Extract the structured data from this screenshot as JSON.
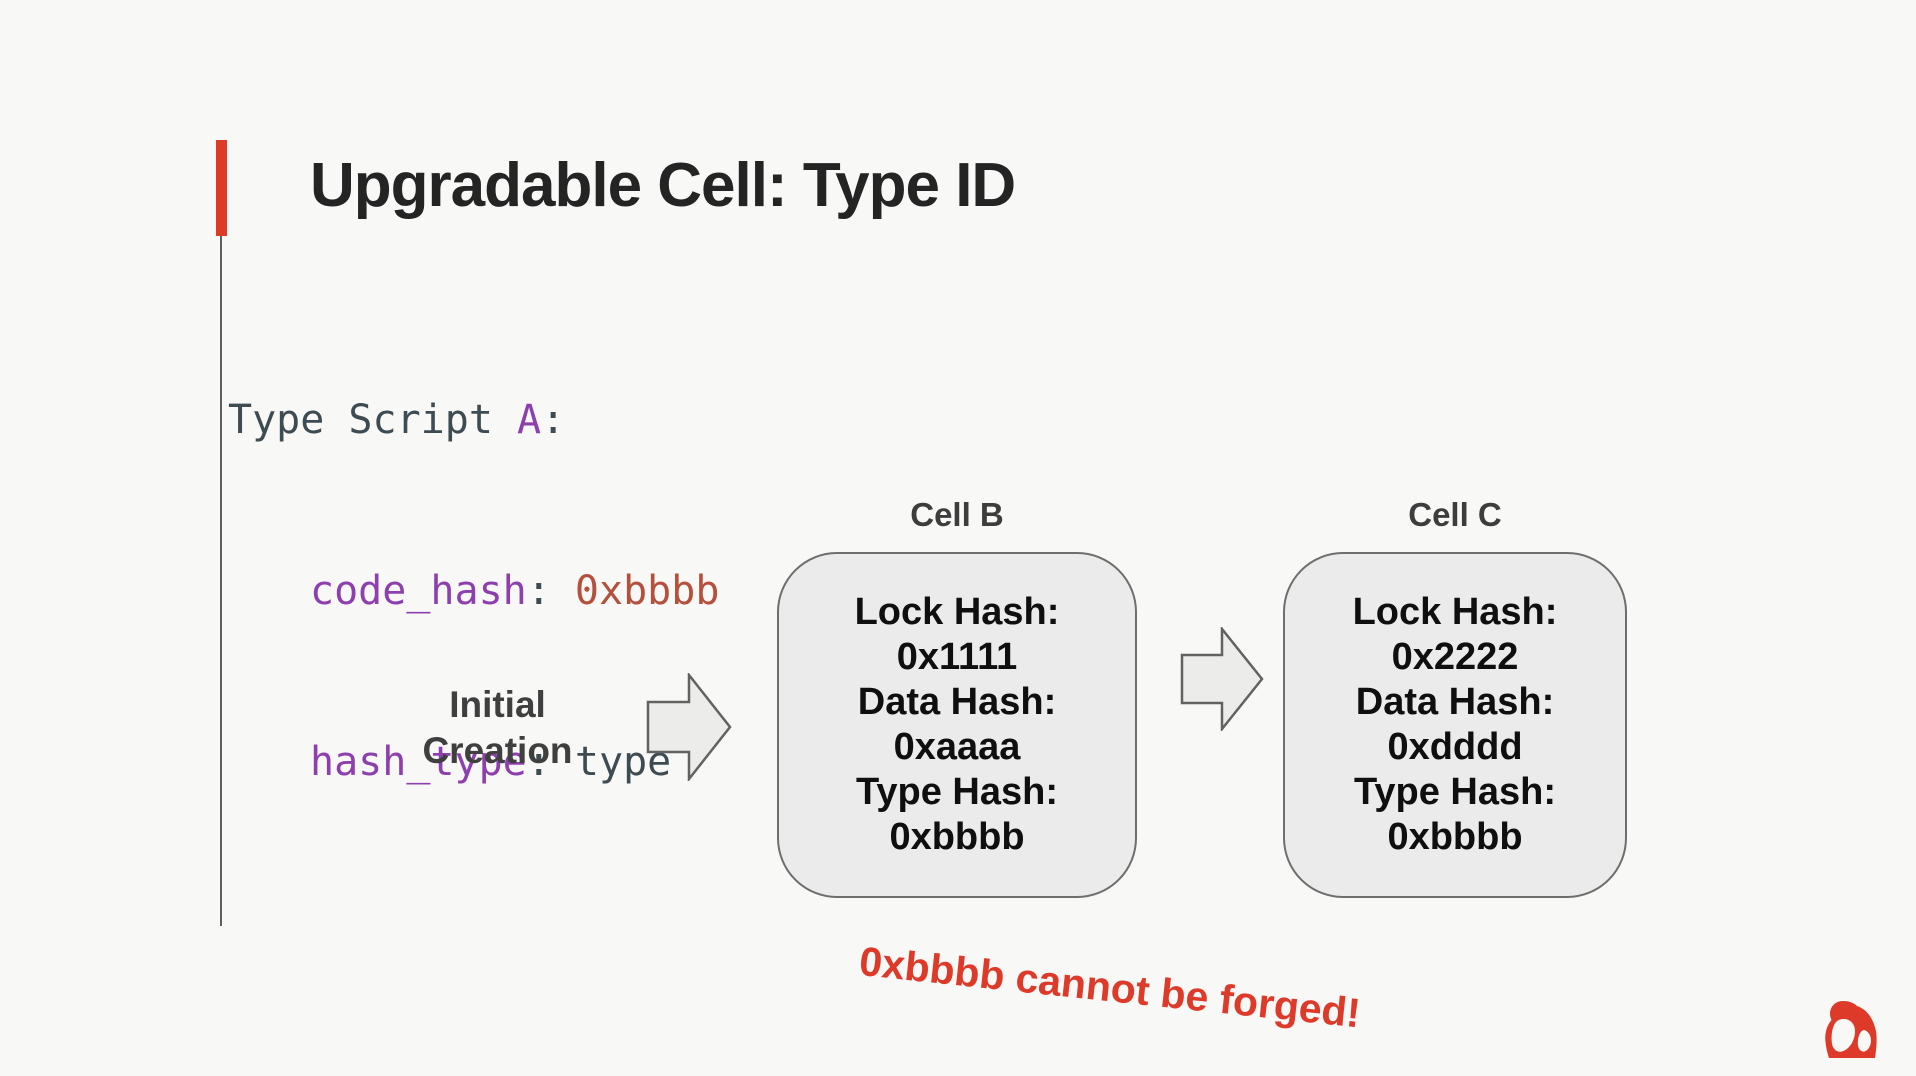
{
  "title": "Upgradable Cell: Type ID",
  "code": {
    "line1": {
      "keyword": "Type Script ",
      "var": "A",
      "colon": ":"
    },
    "line2": {
      "key": "code_hash",
      "sep": ": ",
      "value": "0xbbbb"
    },
    "line3": {
      "key": "hash_type",
      "sep": ": ",
      "value": "type"
    }
  },
  "flow": {
    "step_label_line1": "Initial",
    "step_label_line2": "Creation",
    "cells": [
      {
        "label": "Cell B",
        "lines": [
          "Lock Hash:",
          "0x1111",
          "Data Hash:",
          "0xaaaa",
          "Type Hash:",
          "0xbbbb"
        ]
      },
      {
        "label": "Cell C",
        "lines": [
          "Lock Hash:",
          "0x2222",
          "Data Hash:",
          "0xdddd",
          "Type Hash:",
          "0xbbbb"
        ]
      }
    ]
  },
  "annotation": "0xbbbb cannot be forged!",
  "colors": {
    "accent_red": "#de3a29",
    "code_purple": "#8e3fae",
    "code_rust": "#b5503c",
    "code_dark": "#3d4b52",
    "box_fill": "#ebebeb",
    "box_border": "#6e6e6e"
  },
  "icons": {
    "flow_arrow": "right-block-arrow",
    "logo": "gorilla-logo"
  }
}
